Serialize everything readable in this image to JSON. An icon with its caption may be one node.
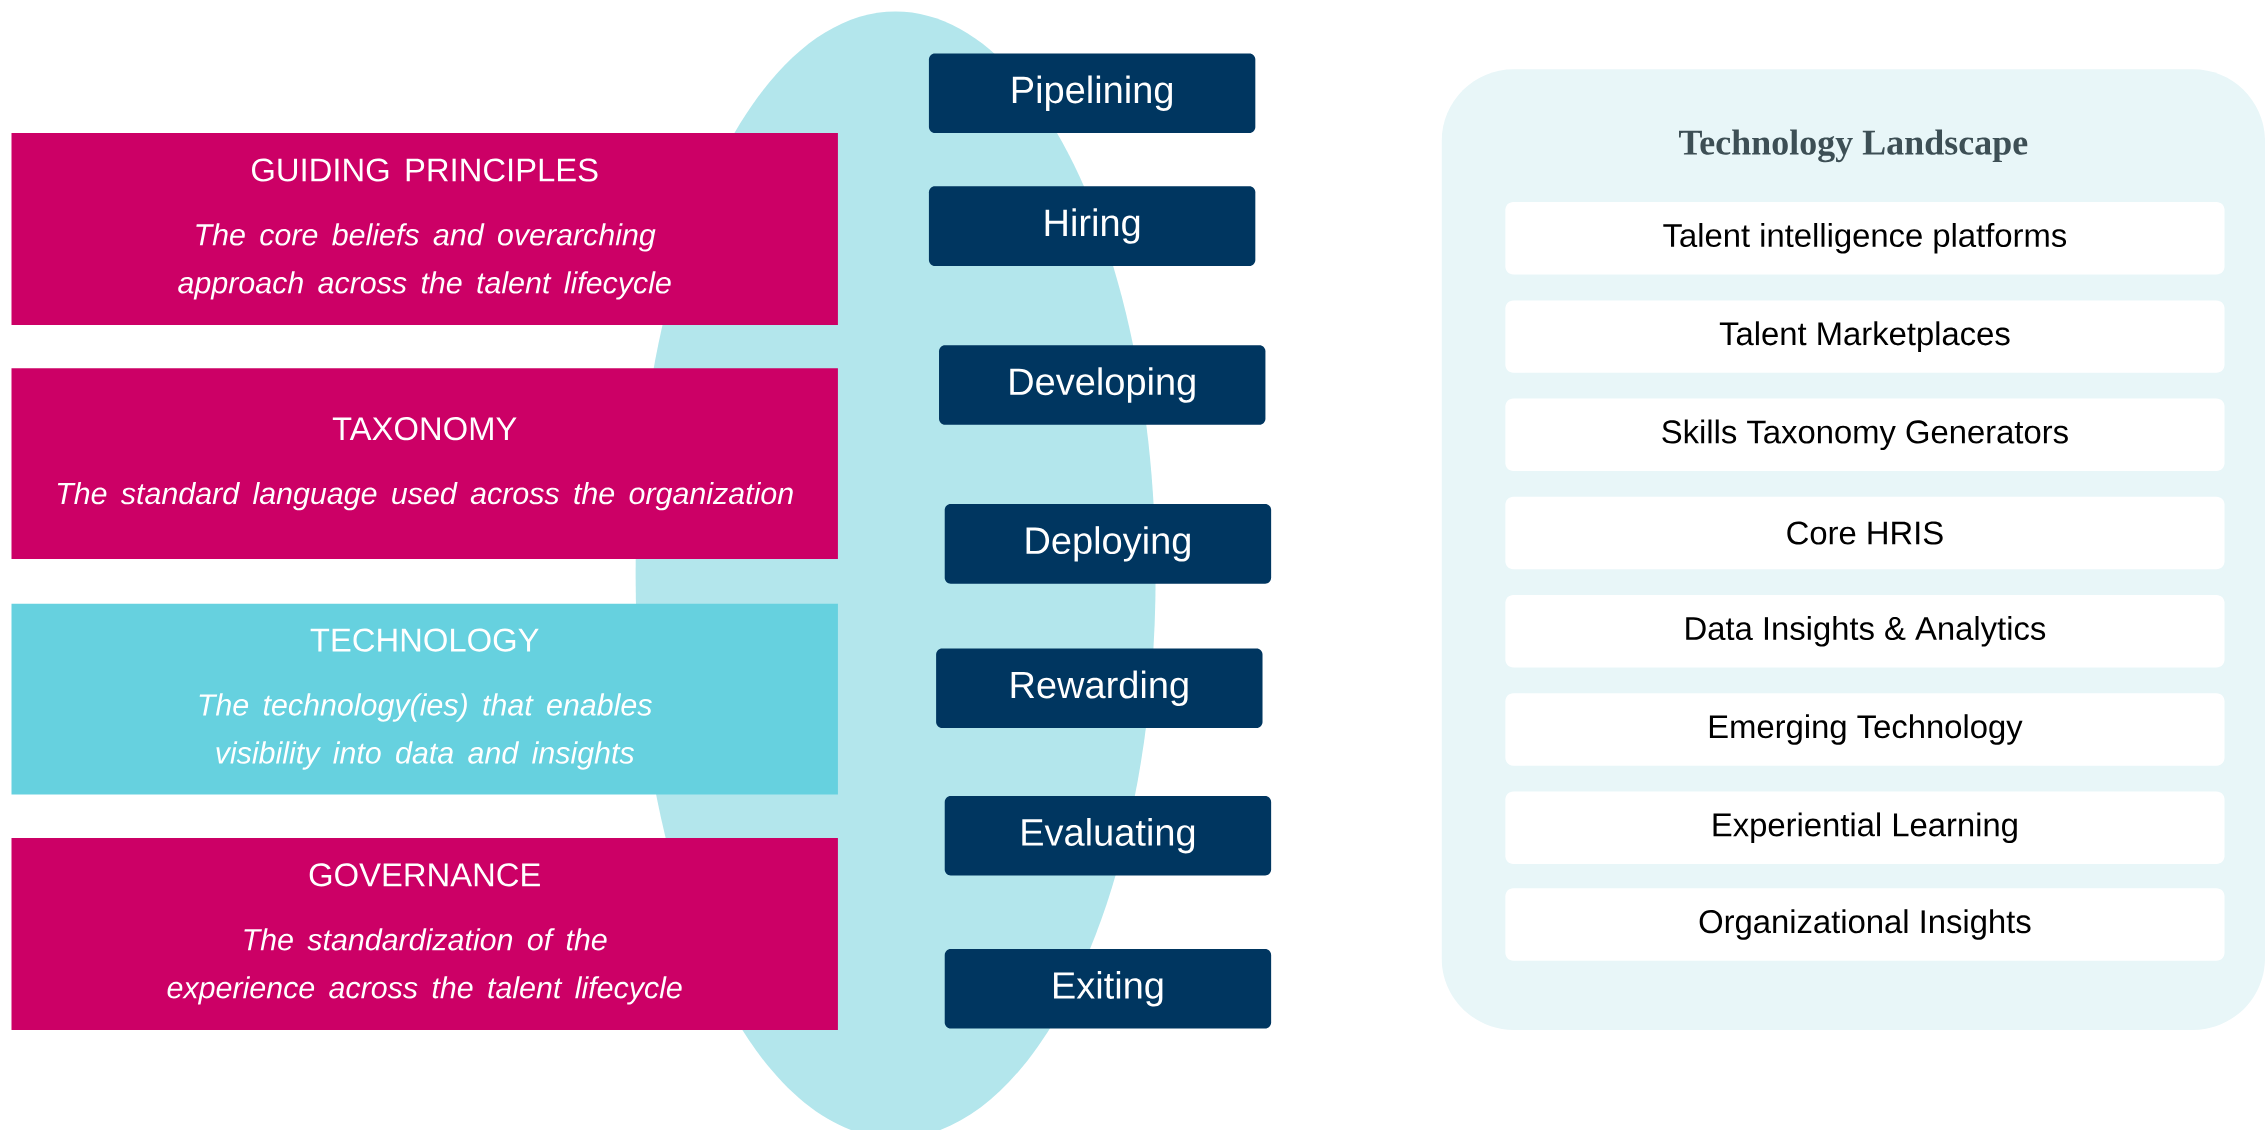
{
  "diagram": {
    "nodes": [
      {
        "text": [
          "GUIDING PRINCIPLES",
          "The core beliefs and overarching approach across the talent lifecycle"
        ]
      },
      {
        "text": [
          "TAXONOMY",
          "The standard language used across the organization"
        ]
      },
      {
        "text": [
          "TECHNOLOGY",
          "The technology(ies) that enables visibility into data and insights"
        ]
      },
      {
        "text": [
          "GOVERNANCE",
          "The standardization of the experience across the talent lifecycle"
        ]
      },
      {
        "text": [
          "Pipelining"
        ]
      },
      {
        "text": [
          "Hiring"
        ]
      },
      {
        "text": [
          "Developing"
        ]
      },
      {
        "text": [
          "Deploying"
        ]
      },
      {
        "text": [
          "Rewarding"
        ]
      },
      {
        "text": [
          "Evaluating"
        ]
      },
      {
        "text": [
          "Exiting"
        ]
      },
      {
        "text": [
          "Technology Landscape"
        ]
      },
      {
        "text": [
          "Talent intelligence platforms"
        ],
        "in": 11
      },
      {
        "text": [
          "Talent Marketplaces"
        ],
        "in": 11
      },
      {
        "text": [
          "Skills Taxonomy Generators"
        ],
        "in": 11
      },
      {
        "text": [
          "Core HRIS"
        ],
        "in": 11
      },
      {
        "text": [
          "Data Insights & Analytics"
        ],
        "in": 11
      },
      {
        "text": [
          "Emerging Technology"
        ],
        "in": 11
      },
      {
        "text": [
          "Experiential Learning"
        ],
        "in": 11
      },
      {
        "text": [
          "Organizational Insights"
        ],
        "in": 11
      }
    ]
  }
}
